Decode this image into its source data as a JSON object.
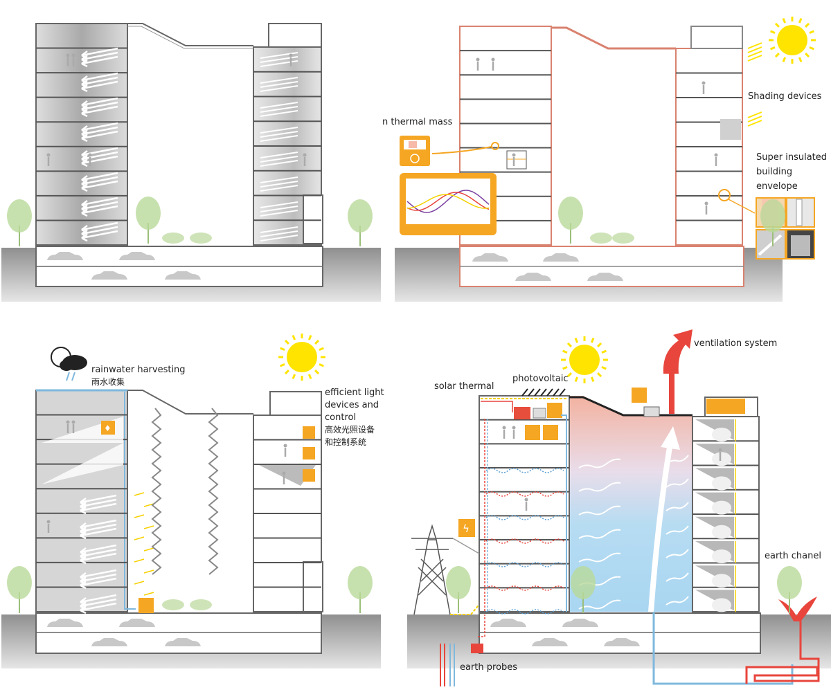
{
  "panels": {
    "top_right": {
      "thermal_mass_label": "n thermal mass",
      "shading_label": "Shading devices",
      "envelope_line1": "Super insulated",
      "envelope_line2": "building",
      "envelope_line3": "envelope"
    },
    "bottom_left": {
      "rain_label": "rainwater harvesting",
      "rain_label_cn": "雨水收集",
      "light_line1": "efficient light",
      "light_line2": "devices and",
      "light_line3": "control",
      "light_cn1": "高效光照设备",
      "light_cn2": "和控制系统"
    },
    "bottom_right": {
      "solar_thermal_label": "solar thermal",
      "pv_label": "photovoltaic",
      "ventilation_label": "ventilation system",
      "earth_channel_label": "earth chanel",
      "earth_probes_label": "earth probes"
    }
  },
  "colors": {
    "accent_orange": "#f5a623",
    "sun_yellow": "#ffe400",
    "ground_gray": "#9b9b9b",
    "envelope_red": "#d9826f",
    "water_blue": "#7fb8dd",
    "vent_red": "#e8453c",
    "tree_green": "#b9d99a"
  }
}
